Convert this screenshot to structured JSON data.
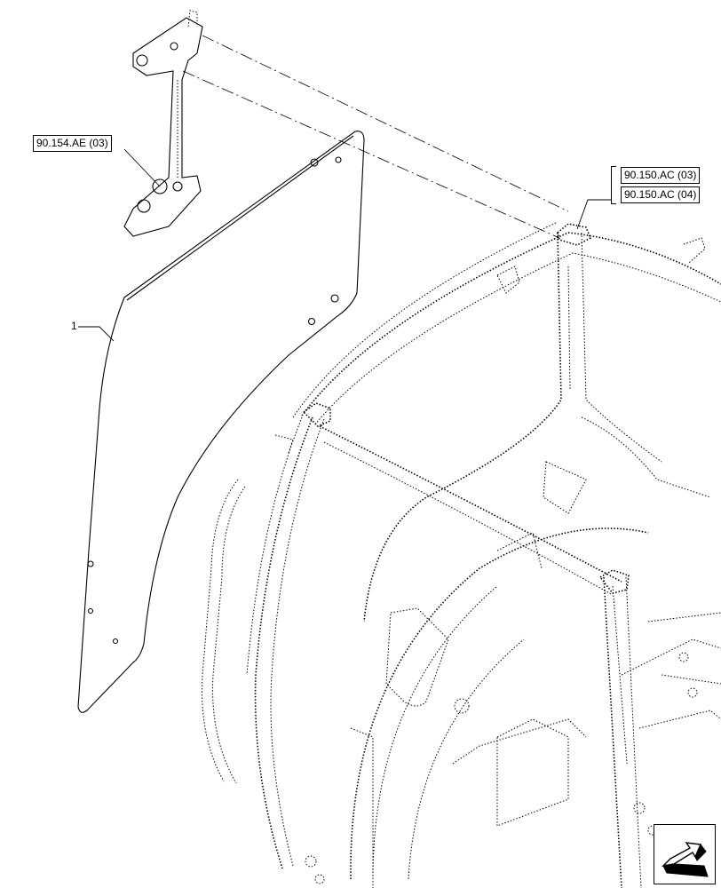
{
  "diagram": {
    "item_number": "1",
    "references": {
      "hinge_bracket": "90.154.AE (03)",
      "cab_frame_1": "90.150.AC (03)",
      "cab_frame_2": "90.150.AC (04)"
    },
    "nav_icon": "return-arrow-icon",
    "line_color": "#000000",
    "background": "#ffffff"
  }
}
